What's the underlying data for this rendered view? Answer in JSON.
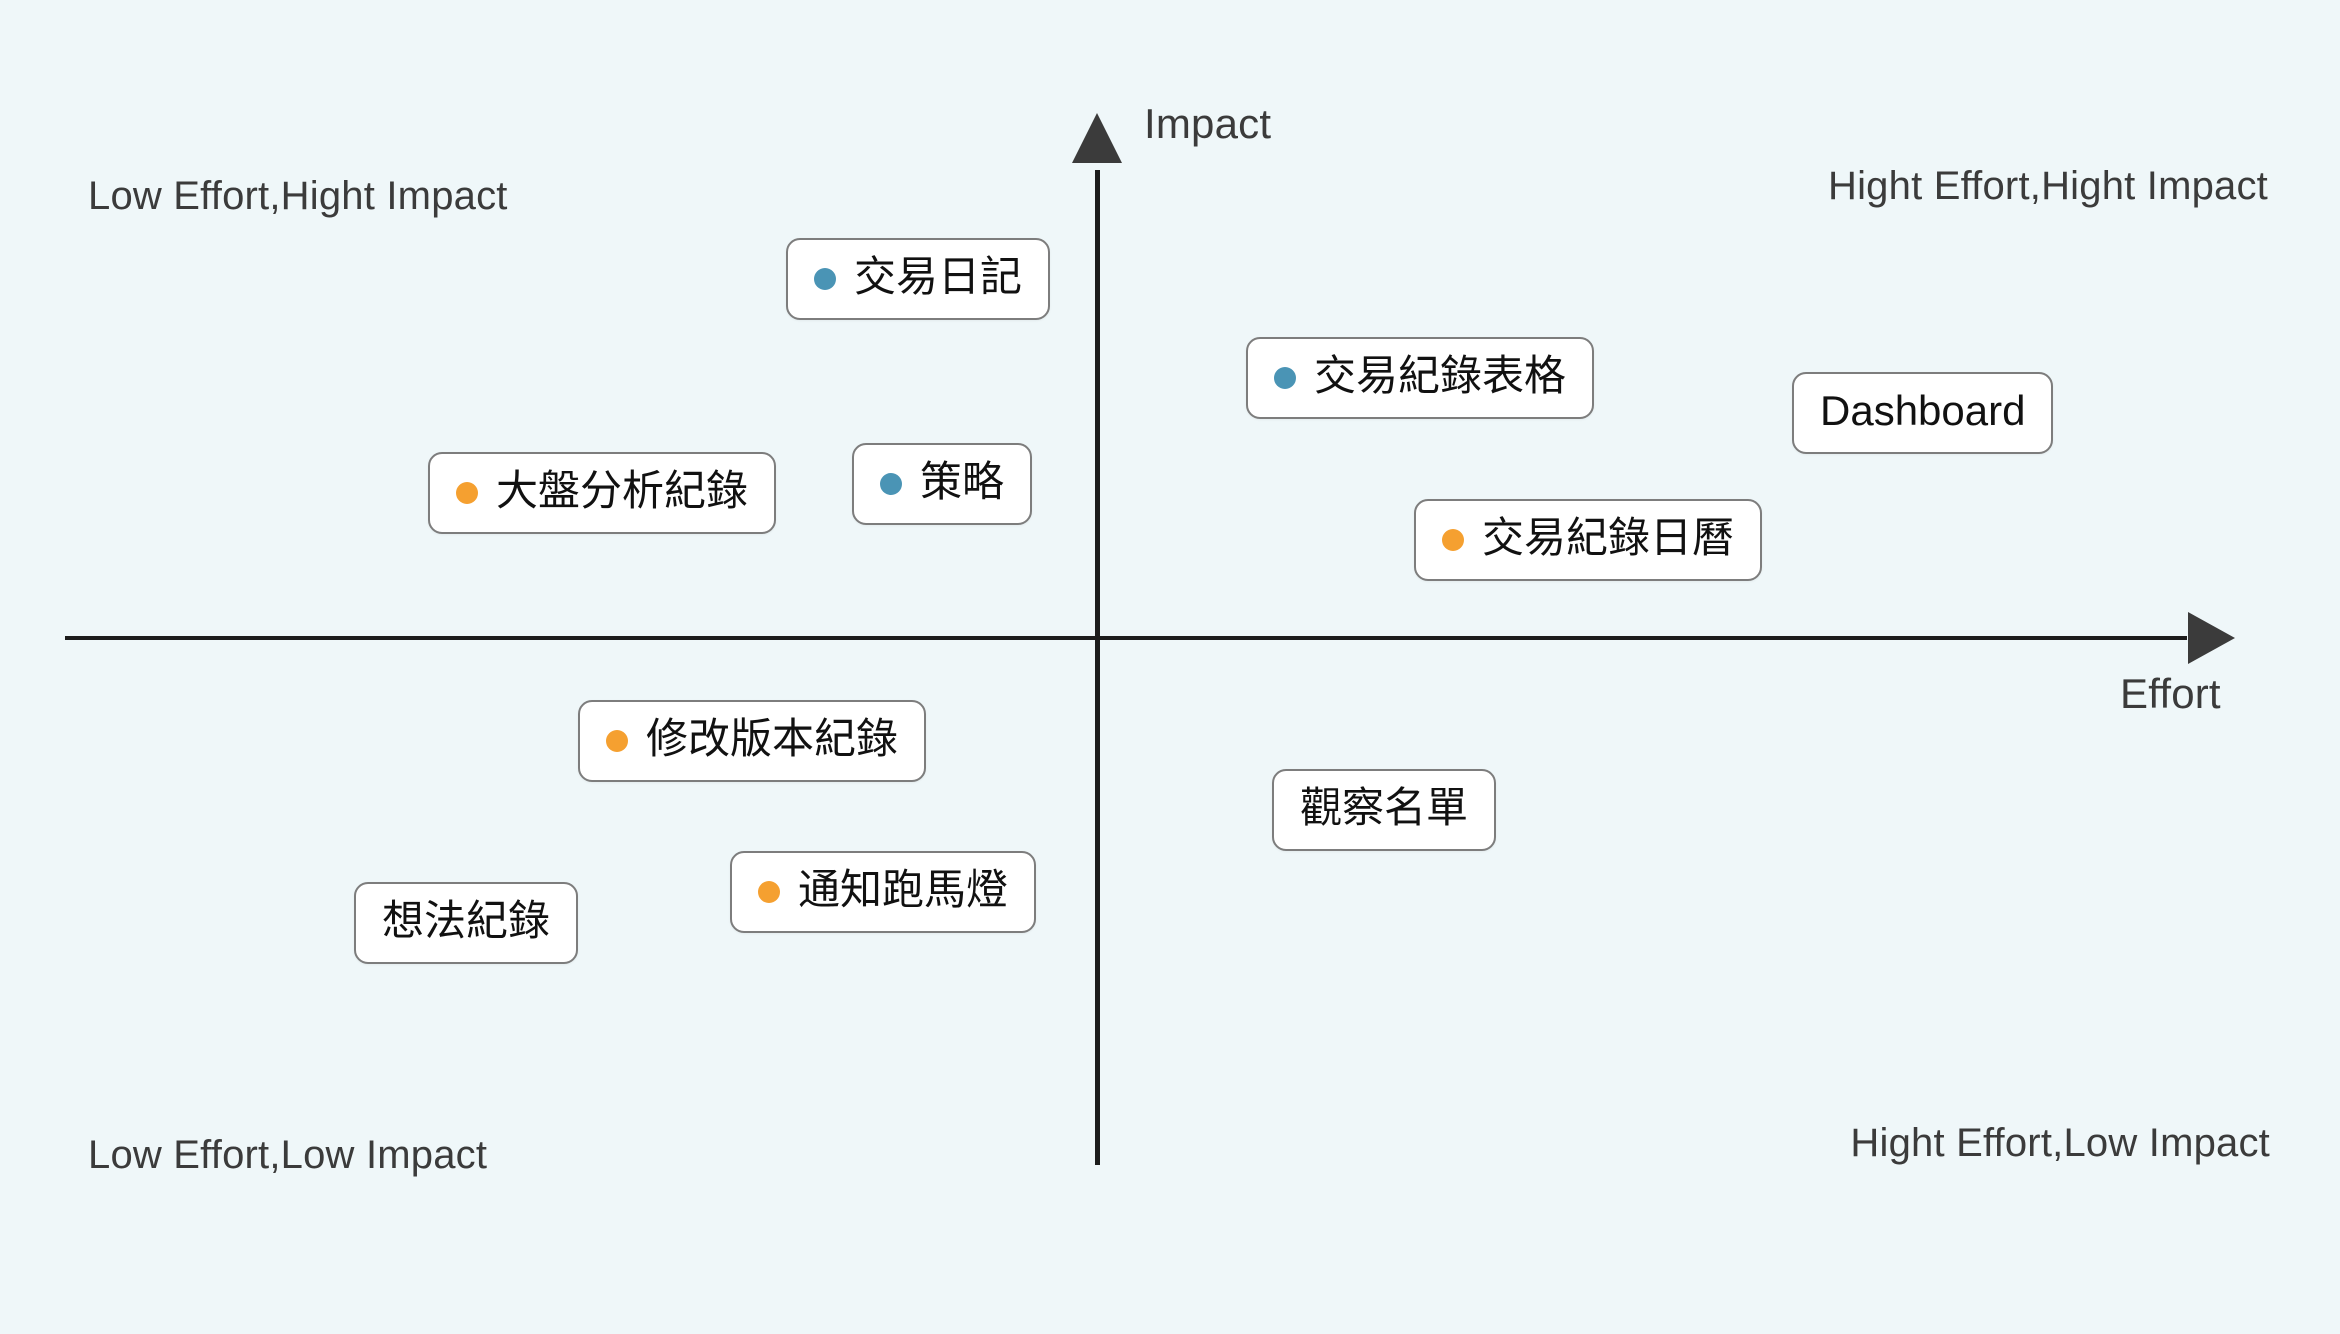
{
  "axes": {
    "y_title": "Impact",
    "x_title": "Effort",
    "y_arrow_icon": "arrow-up-icon",
    "x_arrow_icon": "arrow-right-icon"
  },
  "quadrant_labels": {
    "top_left": "Low Effort,Hight Impact",
    "top_right": "Hight Effort,Hight Impact",
    "bottom_left": "Low Effort,Low Impact",
    "bottom_right": "Hight Effort,Low Impact"
  },
  "colors": {
    "background": "#eff7f9",
    "axis": "#1c1c1c",
    "arrow": "#3b3b3b",
    "text": "#3b3b3b",
    "card_border": "#7d7d7d",
    "card_fill": "#ffffff",
    "dot_blue": "#4a94b5",
    "dot_orange": "#f5a030"
  },
  "chart_data": {
    "type": "scatter",
    "title": "",
    "xlabel": "Effort",
    "ylabel": "Impact",
    "quadrants": [
      "Low Effort,Hight Impact",
      "Hight Effort,Hight Impact",
      "Low Effort,Low Impact",
      "Hight Effort,Low Impact"
    ],
    "legend": [
      {
        "color": "#4a94b5",
        "name": "blue-dot"
      },
      {
        "color": "#f5a030",
        "name": "orange-dot"
      }
    ],
    "items": [
      {
        "label": "交易日記",
        "dot": "#4a94b5",
        "quadrant": "Low Effort,Hight Impact",
        "x": 0.31,
        "y": 0.78
      },
      {
        "label": "交易紀錄表格",
        "dot": "#4a94b5",
        "quadrant": "Hight Effort,Hight Impact",
        "x": 0.66,
        "y": 0.66
      },
      {
        "label": "Dashboard",
        "dot": null,
        "quadrant": "Hight Effort,Hight Impact",
        "x": 0.87,
        "y": 0.63
      },
      {
        "label": "大盤分析紀錄",
        "dot": "#f5a030",
        "quadrant": "Low Effort,Hight Impact",
        "x": 0.19,
        "y": 0.56
      },
      {
        "label": "策略",
        "dot": "#4a94b5",
        "quadrant": "Low Effort,Hight Impact",
        "x": 0.35,
        "y": 0.57
      },
      {
        "label": "交易紀錄日曆",
        "dot": "#f5a030",
        "quadrant": "Hight Effort,Hight Impact",
        "x": 0.72,
        "y": 0.49
      },
      {
        "label": "修改版本紀錄",
        "dot": "#f5a030",
        "quadrant": "Low Effort,Low Impact",
        "x": 0.27,
        "y": 0.36
      },
      {
        "label": "觀察名單",
        "dot": null,
        "quadrant": "Hight Effort,Low Impact",
        "x": 0.62,
        "y": 0.29
      },
      {
        "label": "通知跑馬燈",
        "dot": "#f5a030",
        "quadrant": "Low Effort,Low Impact",
        "x": 0.33,
        "y": 0.24
      },
      {
        "label": "想法紀錄",
        "dot": null,
        "quadrant": "Low Effort,Low Impact",
        "x": 0.15,
        "y": 0.21
      }
    ]
  },
  "cards": [
    {
      "label": "交易日記"
    },
    {
      "label": "交易紀錄表格"
    },
    {
      "label": "Dashboard"
    },
    {
      "label": "大盤分析紀錄"
    },
    {
      "label": "策略"
    },
    {
      "label": "交易紀錄日曆"
    },
    {
      "label": "修改版本紀錄"
    },
    {
      "label": "觀察名單"
    },
    {
      "label": "通知跑馬燈"
    },
    {
      "label": "想法紀錄"
    }
  ]
}
